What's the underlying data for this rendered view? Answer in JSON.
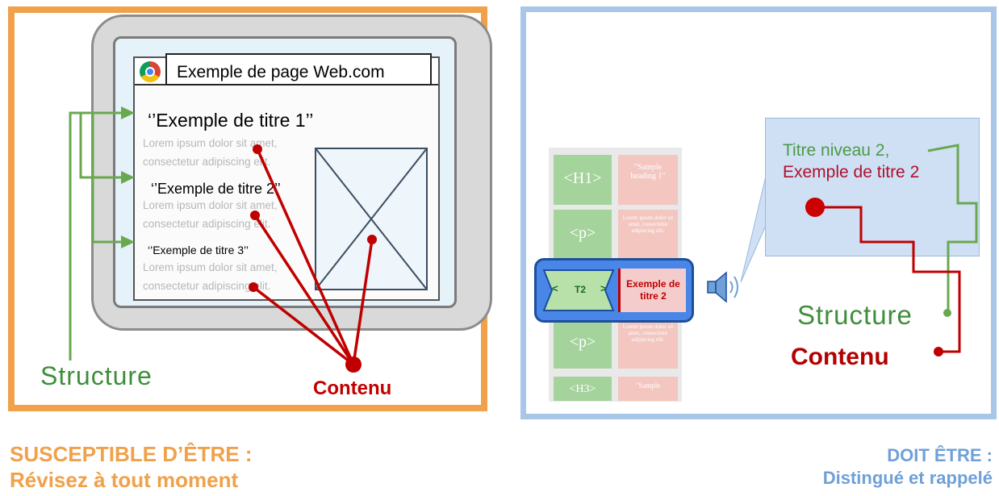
{
  "left": {
    "url": "Exemple de page Web.com",
    "heading1": "‘’Exemple de titre 1’’",
    "heading2": "‘’Exemple de titre 2’’",
    "heading3": "‘’Exemple de titre 3’’",
    "lorem_line1": "Lorem ipsum dolor sit amet,",
    "lorem_line2": "consectetur adipiscing elit.",
    "structure_label": "Structure",
    "contenu_label": "Contenu"
  },
  "right": {
    "code_cells": [
      "<H1>",
      "<p>",
      "<p>",
      "<H3>"
    ],
    "content_cells": [
      "\"Sample heading 1\"",
      "Lorem ipsum dolor sit amet, consectetur adipiscing elit.",
      "Lorem ipsum dolor sit amet, consectetur adipiscing elit.",
      "\"Sample"
    ],
    "focus_tag": "T2",
    "focus_arrow_left": "<",
    "focus_arrow_right": ">",
    "focus_content": "Exemple de titre 2",
    "popup_line1": "Titre niveau 2,",
    "popup_line2": "Exemple de titre 2",
    "structure_label": "Structure",
    "contenu_label": "Contenu"
  },
  "captions": {
    "left_title": "SUSCEPTIBLE D’ÊTRE :",
    "left_subtitle": "Révisez à tout moment",
    "right_title": "DOIT ÊTRE :",
    "right_subtitle": "Distingué et rappelé"
  },
  "colors": {
    "orange": "#f0a14a",
    "green": "#3e8e3a",
    "red": "#c00000",
    "blue": "#a7c6e8"
  }
}
